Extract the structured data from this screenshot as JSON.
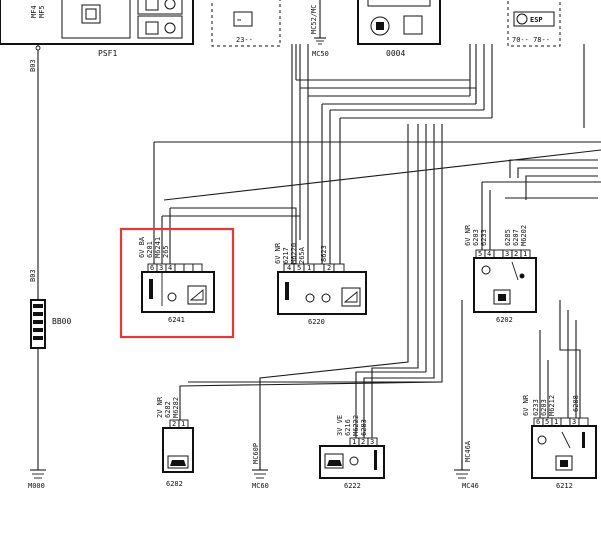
{
  "top_components": {
    "psf1_label": "PSF1",
    "psf1_pins": [
      "MF4",
      "MF5"
    ],
    "dashed_left_code": "23--",
    "mc52_label": "MC52/MC",
    "mc50_label": "MC50",
    "c0004_label": "0004",
    "esp_label": "ESP",
    "esp_code": "70-- 78--"
  },
  "left_rail": {
    "wire_top": "B03",
    "wire_mid": "B03",
    "connector_label": "BB00",
    "ground_label": "M000"
  },
  "modules": [
    {
      "id": "6241",
      "header": "6V BA",
      "wires": [
        "6201",
        "M6241",
        "265"
      ],
      "pins": [
        "6",
        "3",
        "4",
        "",
        "",
        ""
      ]
    },
    {
      "id": "6220",
      "header": "6V NR",
      "wires": [
        "6217",
        "M6220",
        "265A",
        "8623"
      ],
      "pins": [
        "4",
        "5",
        "1",
        "",
        "2",
        ""
      ]
    },
    {
      "id": "6202",
      "header": "6V NR",
      "wires": [
        "6203",
        "6233",
        "6285",
        "6207",
        "M6202"
      ],
      "pins": [
        "5",
        "4",
        "",
        "3",
        "2",
        "1"
      ]
    },
    {
      "id": "6282",
      "header": "2V NR",
      "wires": [
        "6282",
        "M6282"
      ],
      "pins": [
        "2",
        "1"
      ]
    },
    {
      "id": "6222",
      "header": "3V VE",
      "wires": [
        "6216",
        "M6222",
        "6283"
      ],
      "pins": [
        "1",
        "2",
        "3"
      ]
    },
    {
      "id": "6212",
      "header": "6V NR",
      "wires": [
        "6233",
        "6203",
        "M6212",
        "6288"
      ],
      "pins": [
        "6",
        "5",
        "1",
        "",
        "3",
        ""
      ]
    }
  ],
  "grounds": [
    {
      "wire": "MC60P",
      "label": "MC60"
    },
    {
      "wire": "MC46A",
      "label": "MC46"
    }
  ],
  "highlight_target": "6241"
}
